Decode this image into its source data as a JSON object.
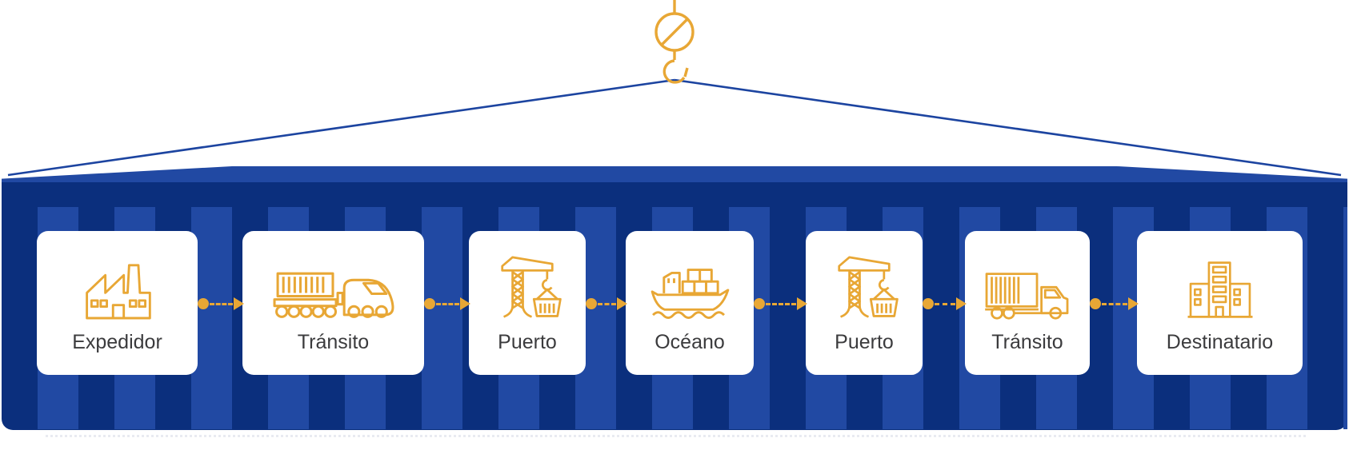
{
  "colors": {
    "gold": "#E8A735",
    "navy": "#0B2F7D",
    "blue": "#2149A3",
    "cable": "#1C44A0",
    "card_bg": "#FFFFFF",
    "label_text": "#3B3B3D"
  },
  "hoist": {
    "icon": "crane-hook-icon"
  },
  "container": {
    "icon": "shipping-container",
    "stripe_style": "vertical-corrugation"
  },
  "cards": [
    {
      "label": "Expedidor",
      "icon": "factory-icon"
    },
    {
      "label": "Tránsito",
      "icon": "train-icon"
    },
    {
      "label": "Puerto",
      "icon": "port-crane-icon"
    },
    {
      "label": "Océano",
      "icon": "cargo-ship-icon"
    },
    {
      "label": "Puerto",
      "icon": "port-crane-icon"
    },
    {
      "label": "Tránsito",
      "icon": "truck-icon"
    },
    {
      "label": "Destinatario",
      "icon": "office-building-icon"
    }
  ],
  "connectors": {
    "count": 6,
    "style": "dashed-arrow-right"
  }
}
